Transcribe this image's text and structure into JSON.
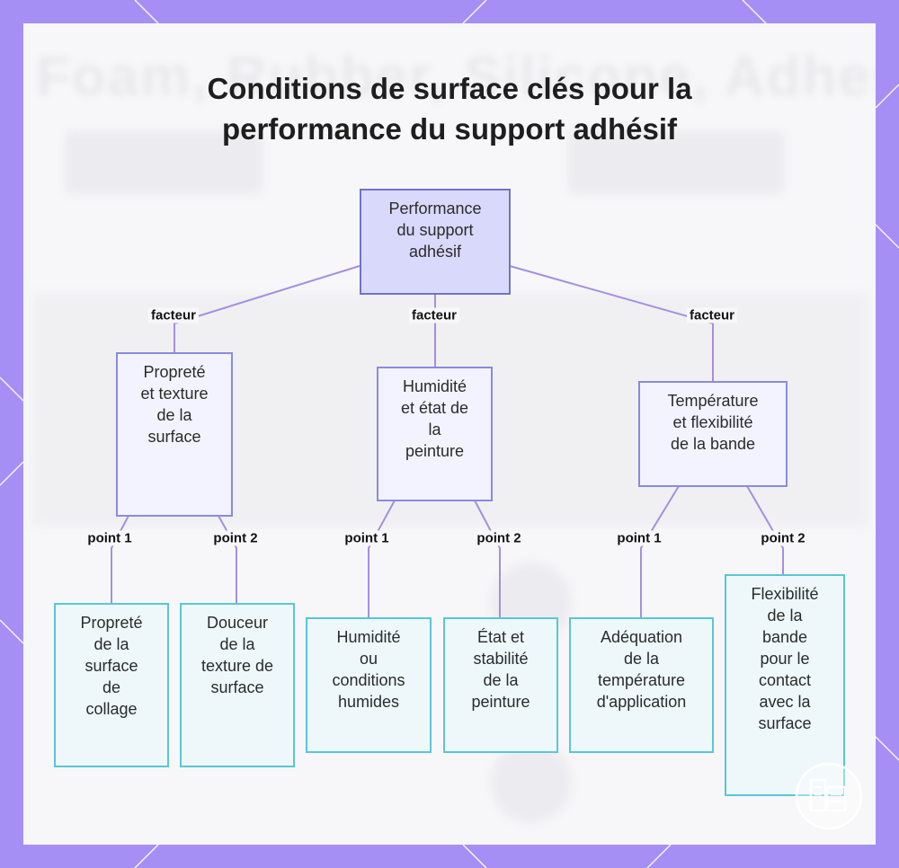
{
  "title": {
    "line1": "Conditions de surface clés pour la",
    "line2": "performance du support adhésif"
  },
  "background_text": [
    "Foam, Rubber, Silicone, Adhesive"
  ],
  "colors": {
    "frame": "#a58ff5",
    "panel": "#f7f7f9",
    "edge": "#a48fdf",
    "root_fill": "#d9d9fb",
    "root_border": "#7272c9",
    "category_fill": "#f3f3ff",
    "category_border": "#8a8ae0",
    "leaf_fill": "#eef8fb",
    "leaf_border": "#5ac6d6"
  },
  "nodes": {
    "root": {
      "lines": [
        "Performance",
        "du support",
        "adhésif"
      ]
    },
    "cat1": {
      "lines": [
        "Propreté",
        "et texture",
        "de la",
        "surface"
      ]
    },
    "cat2": {
      "lines": [
        "Humidité",
        "et état de",
        "la",
        "peinture"
      ]
    },
    "cat3": {
      "lines": [
        "Température",
        "et flexibilité",
        "de la bande"
      ]
    },
    "leaf1": {
      "lines": [
        "Propreté",
        "de la",
        "surface",
        "de",
        "collage"
      ]
    },
    "leaf2": {
      "lines": [
        "Douceur",
        "de la",
        "texture de",
        "surface"
      ]
    },
    "leaf3": {
      "lines": [
        "Humidité",
        "ou",
        "conditions",
        "humides"
      ]
    },
    "leaf4": {
      "lines": [
        "État et",
        "stabilité",
        "de la",
        "peinture"
      ]
    },
    "leaf5": {
      "lines": [
        "Adéquation",
        "de la",
        "température",
        "d'application"
      ]
    },
    "leaf6": {
      "lines": [
        "Flexibilité",
        "de la",
        "bande",
        "pour le",
        "contact",
        "avec la",
        "surface"
      ]
    }
  },
  "edge_labels": {
    "e1": "facteur",
    "e2": "facteur",
    "e3": "facteur",
    "e4": "point 1",
    "e5": "point 2",
    "e6": "point 1",
    "e7": "point 2",
    "e8": "point 1",
    "e9": "point 2"
  },
  "watermark_icon": "building-logo-icon"
}
